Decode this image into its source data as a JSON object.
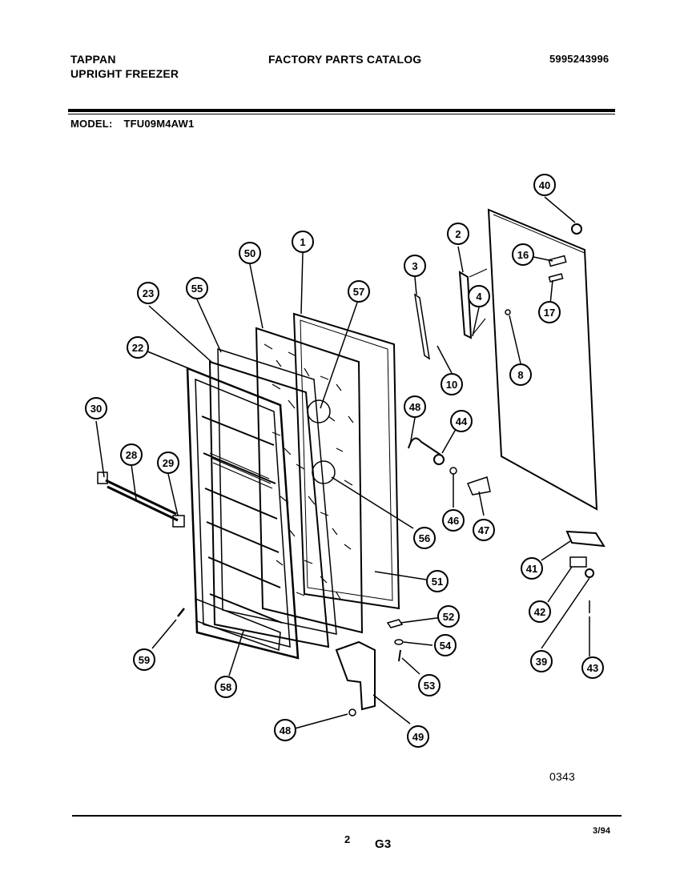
{
  "header": {
    "brand": "TAPPAN",
    "product": "UPRIGHT FREEZER",
    "catalog_title": "FACTORY PARTS CATALOG",
    "part_number": "5995243996",
    "model_label": "MODEL:",
    "model_value": "TFU09M4AW1"
  },
  "footer": {
    "drawing_code": "0343",
    "page_number": "2",
    "section_code": "G3",
    "date": "3/94"
  },
  "callouts": [
    "40",
    "2",
    "16",
    "1",
    "50",
    "3",
    "17",
    "4",
    "57",
    "55",
    "23",
    "8",
    "10",
    "22",
    "48",
    "44",
    "30",
    "28",
    "29",
    "46",
    "47",
    "56",
    "51",
    "41",
    "42",
    "52",
    "54",
    "39",
    "43",
    "59",
    "53",
    "58",
    "49"
  ]
}
